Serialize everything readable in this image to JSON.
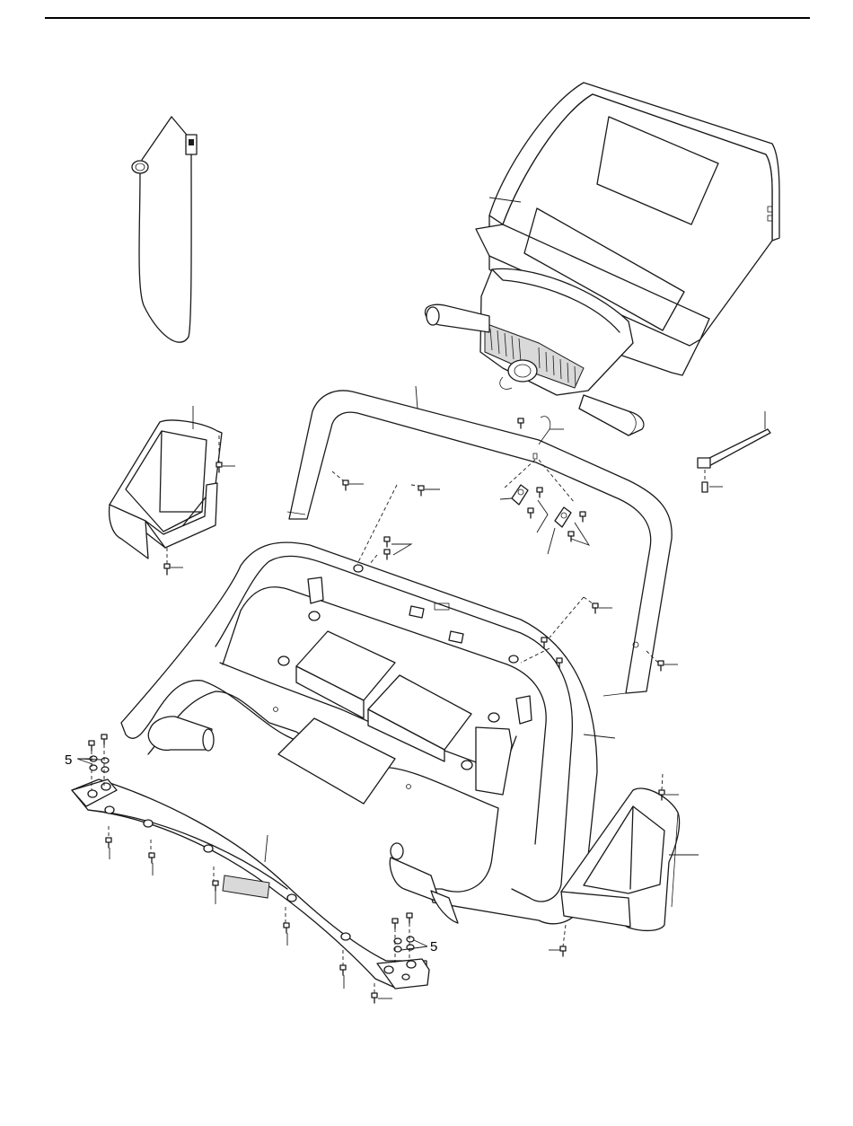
{
  "callouts": [
    {
      "id": "spacer-callout-left",
      "text": "5"
    },
    {
      "id": "spacer-callout-right",
      "text": "5"
    }
  ],
  "parts": [
    "key-and-clip",
    "console-assembly",
    "upright-crossbar",
    "left-cup-holder",
    "right-cup-holder",
    "console-base",
    "front-trim",
    "power-wire",
    "screws",
    "spacers",
    "clamps"
  ]
}
